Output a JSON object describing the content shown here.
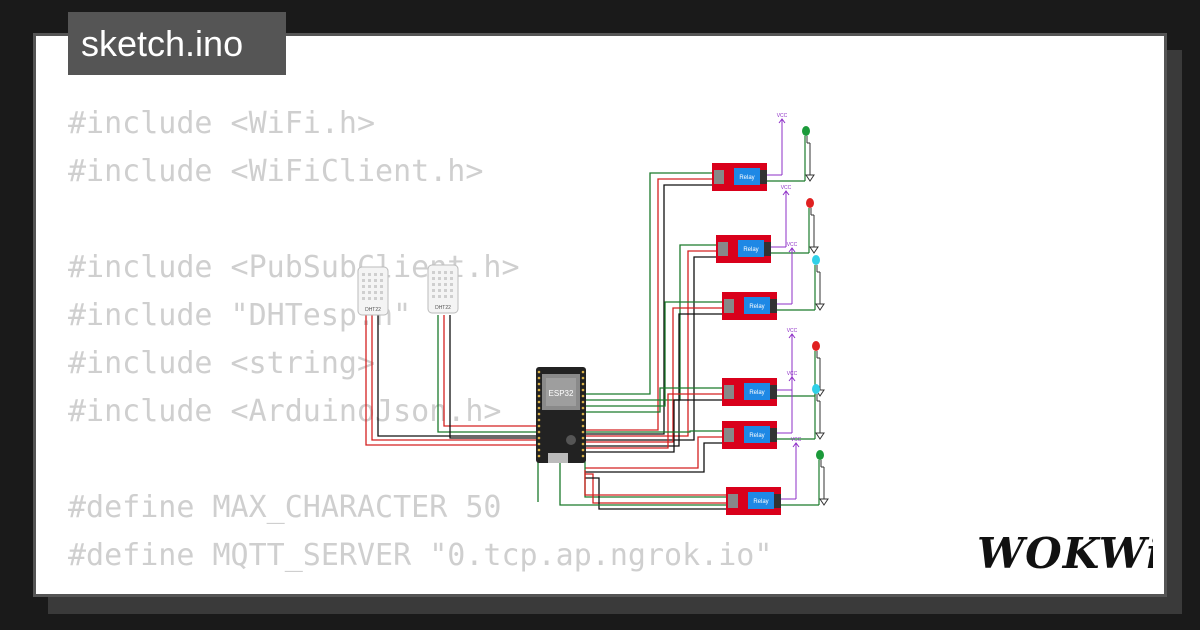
{
  "file": {
    "name": "sketch.ino"
  },
  "code": {
    "lines": [
      "#include <WiFi.h>",
      "#include <WiFiClient.h>",
      "",
      "#include <PubSubClient.h>",
      "#include \"DHTesp.h\"",
      "#include <string>",
      "#include <ArduinoJson.h>",
      "",
      "#define MAX_CHARACTER 50",
      "#define MQTT_SERVER \"0.tcp.ap.ngrok.io\""
    ]
  },
  "diagram": {
    "mcu_label": "ESP32",
    "sensor_label": "DHT22",
    "relay_label": "Relay",
    "vcc_label": "VCC",
    "relays": [
      {
        "led": "green"
      },
      {
        "led": "red"
      },
      {
        "led": "cyan"
      },
      {
        "led": "red"
      },
      {
        "led": "cyan"
      },
      {
        "led": "green"
      }
    ]
  },
  "brand": {
    "name": "WOKWi"
  },
  "colors": {
    "background": "#1a1a1a",
    "card": "#ffffff",
    "tab": "#555555",
    "code_text": "#cfcfcf",
    "relay_body": "#d9001b",
    "relay_face": "#1e88e5",
    "mcu_body": "#222222",
    "wire_green": "#1b7a2b",
    "wire_red": "#d42020",
    "wire_black": "#111111",
    "vcc_purple": "#8e2fc7",
    "led_green": "#1b9a3a",
    "led_red": "#e02020",
    "led_cyan": "#30d0e8"
  }
}
